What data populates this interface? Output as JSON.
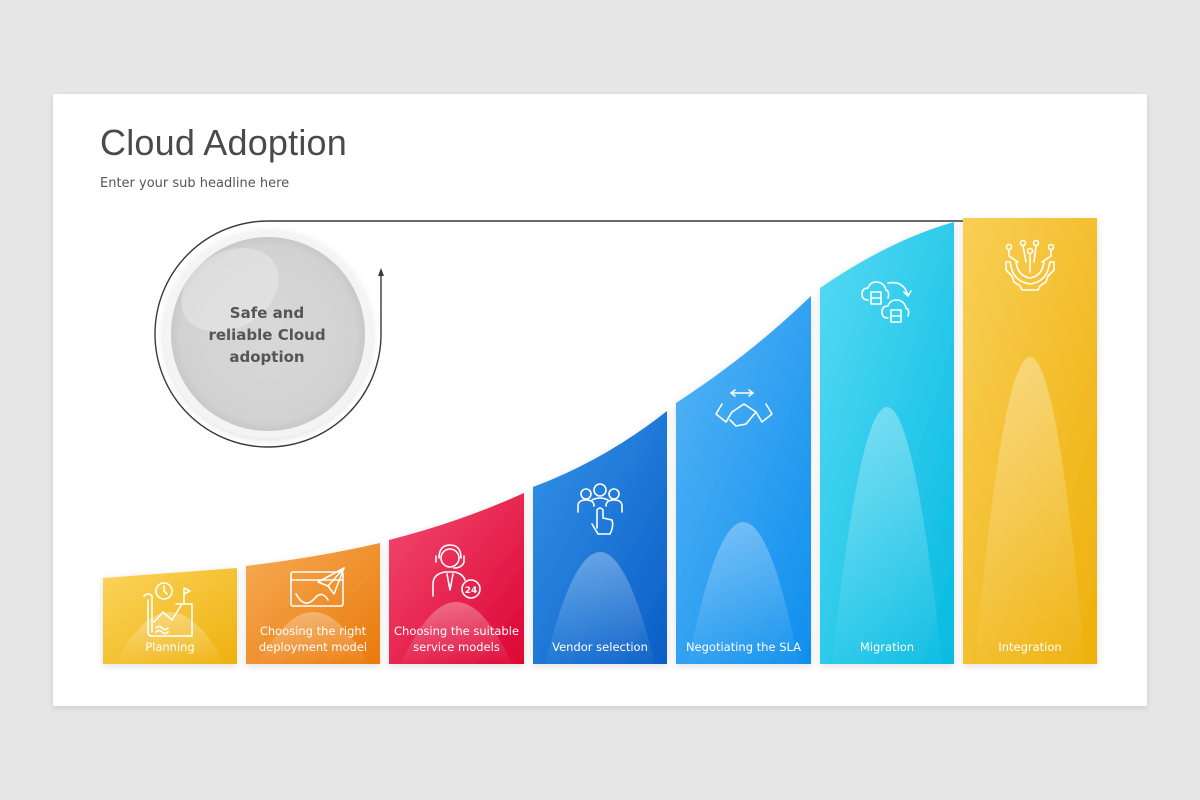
{
  "header": {
    "title": "Cloud Adoption",
    "subtitle": "Enter your sub headline here"
  },
  "center_circle": {
    "lines": [
      "Safe and",
      "reliable Cloud",
      "adoption"
    ]
  },
  "steps": [
    {
      "label_lines": [
        "Planning"
      ],
      "icon": "roadmap-planning-icon",
      "color_top": "#f9cf4f",
      "color_bottom": "#f0b51a"
    },
    {
      "label_lines": [
        "Choosing the right",
        "deployment model"
      ],
      "icon": "browser-paper-plane-icon",
      "color_top": "#f5a64a",
      "color_bottom": "#ec7f12"
    },
    {
      "label_lines": [
        "Choosing the suitable",
        "service models"
      ],
      "icon": "support-agent-24-icon",
      "color_top": "#f0456a",
      "color_bottom": "#e0083a"
    },
    {
      "label_lines": [
        "Vendor selection"
      ],
      "icon": "team-select-hand-icon",
      "color_top": "#2f8de6",
      "color_bottom": "#0e63c9"
    },
    {
      "label_lines": [
        "Negotiating the SLA"
      ],
      "icon": "handshake-icon",
      "color_top": "#4aaef5",
      "color_bottom": "#1593ee"
    },
    {
      "label_lines": [
        "Migration"
      ],
      "icon": "cloud-migration-icon",
      "color_top": "#4ad6f3",
      "color_bottom": "#0dbde3"
    },
    {
      "label_lines": [
        "Integration"
      ],
      "icon": "gear-circuit-icon",
      "color_top": "#f8ca4c",
      "color_bottom": "#efb20e"
    }
  ],
  "colors": {
    "background": "#e8e7e8",
    "slide": "#ffffff",
    "title": "#4a4a4a",
    "circle": "#d9d9d9",
    "connector": "#3a3a3a"
  }
}
